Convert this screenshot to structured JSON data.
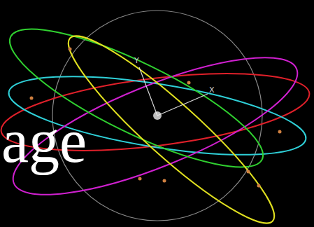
{
  "diagram": {
    "labels": [
      "Y",
      "X",
      "age"
    ]
  }
}
